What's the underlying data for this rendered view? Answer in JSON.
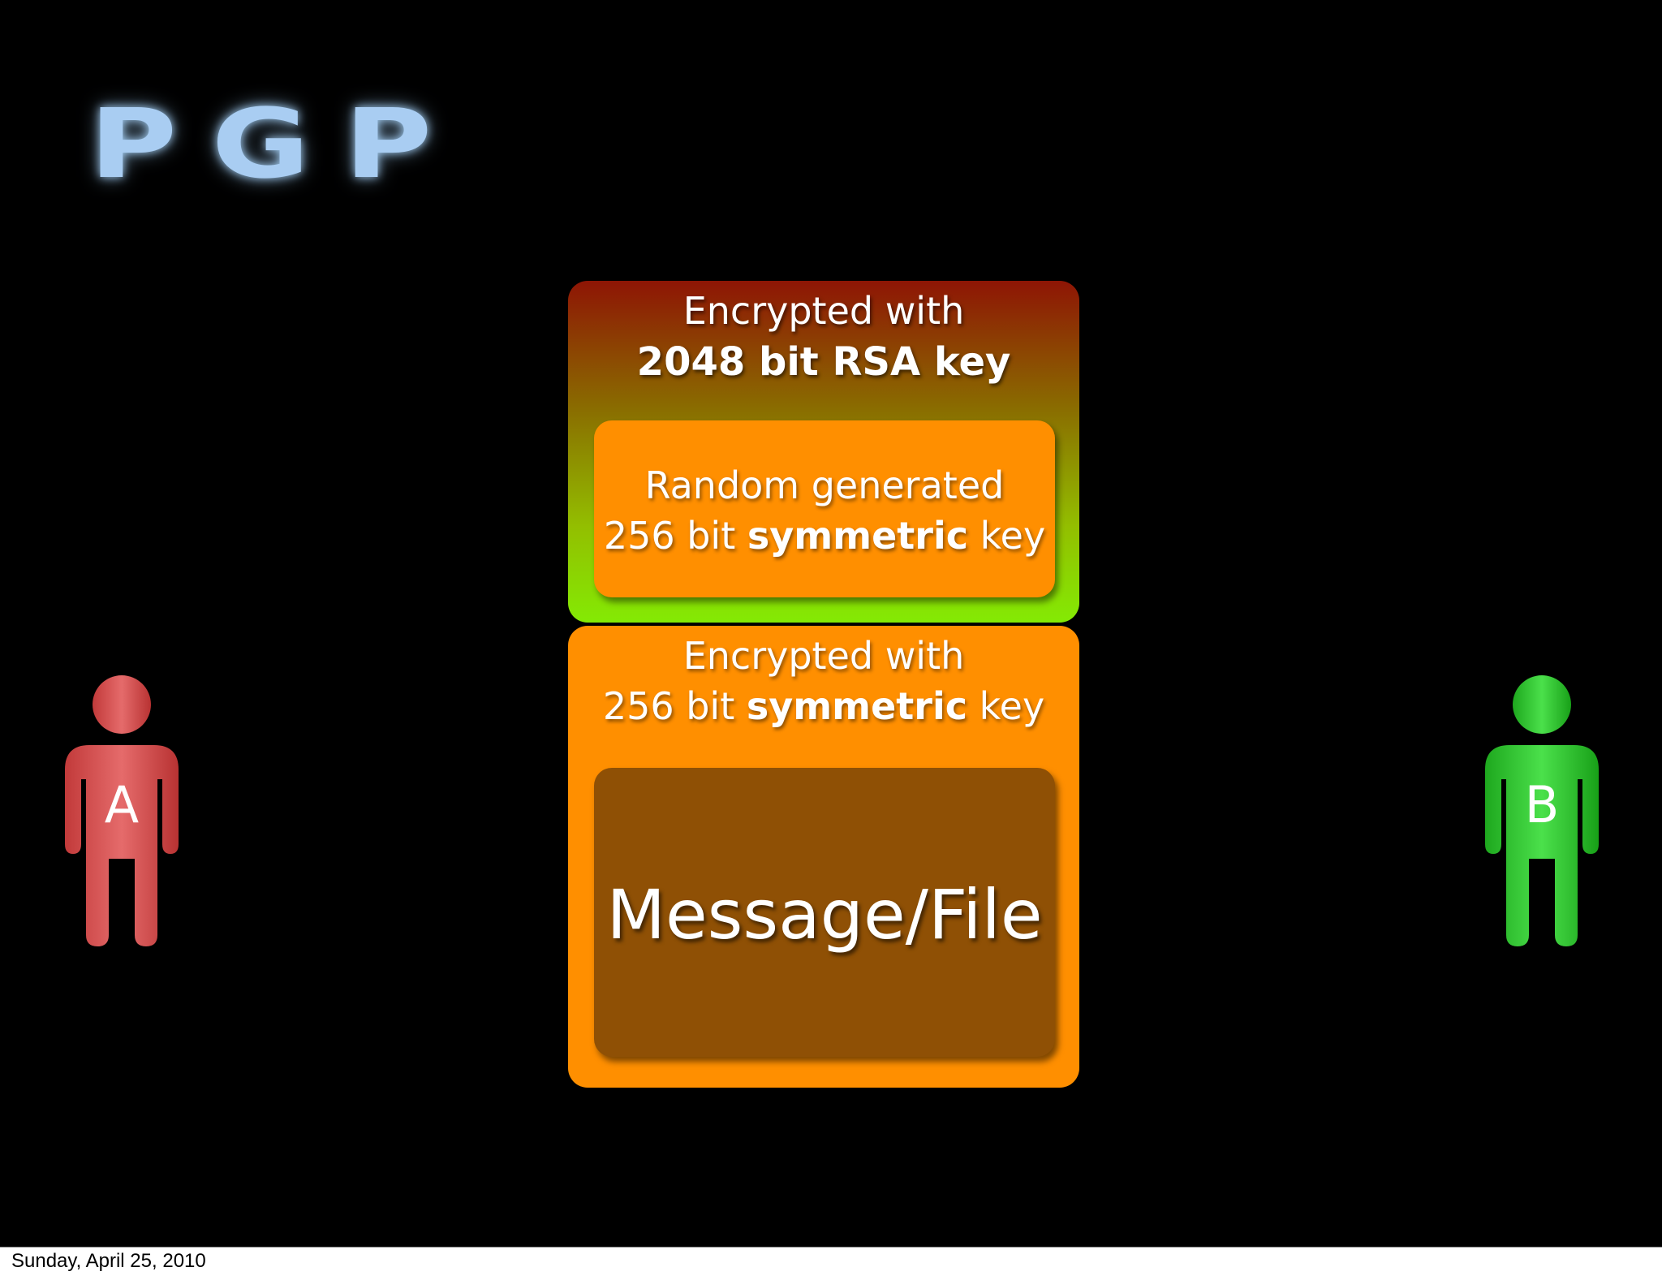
{
  "slide": {
    "title": "PGP",
    "rsa_envelope": {
      "line1": "Encrypted with",
      "line2": "2048 bit RSA key",
      "inner_key": {
        "line1": "Random generated",
        "line2_prefix": "256 bit ",
        "line2_bold": "symmetric",
        "line2_suffix": " key"
      }
    },
    "symmetric_envelope": {
      "line1": "Encrypted with",
      "line2_prefix": "256 bit ",
      "line2_bold": "symmetric",
      "line2_suffix": " key",
      "payload": "Message/File"
    },
    "sender": {
      "label": "A",
      "color": "#e56b6b"
    },
    "recipient": {
      "label": "B",
      "color": "#3ad43a"
    },
    "colors": {
      "title": "#a9cdf2",
      "orange": "#ff8f00",
      "message_box": "#8f5005"
    }
  },
  "footer": {
    "date": "Sunday, April 25, 2010"
  }
}
